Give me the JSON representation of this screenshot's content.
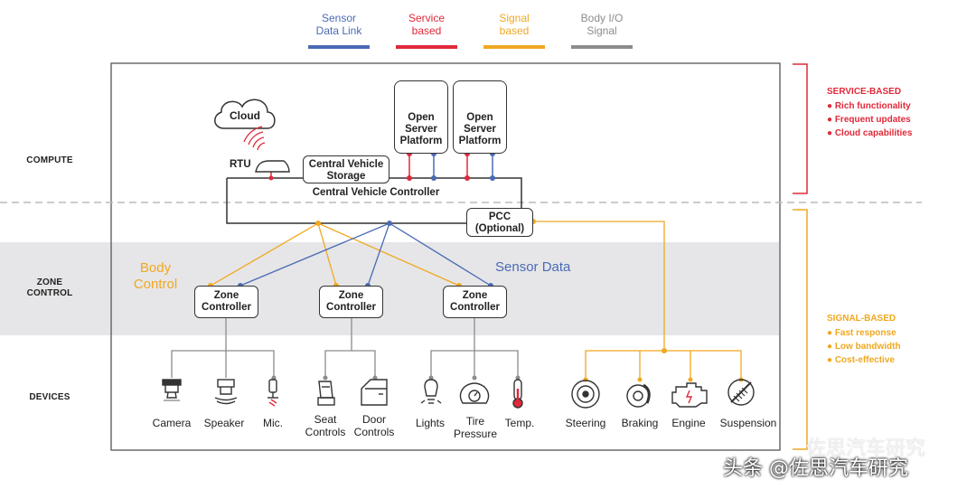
{
  "legend": [
    {
      "line1": "Sensor",
      "line2": "Data Link",
      "color": "#4a6bb5"
    },
    {
      "line1": "Service",
      "line2": "based",
      "color": "#e0293a"
    },
    {
      "line1": "Signal",
      "line2": "based",
      "color": "#f0a820"
    },
    {
      "line1": "Body I/O",
      "line2": "Signal",
      "color": "#8c8c8c"
    }
  ],
  "rows": {
    "compute": "COMPUTE",
    "zone1": "ZONE",
    "zone2": "CONTROL",
    "devices": "DEVICES"
  },
  "compute": {
    "cloud": "Cloud",
    "rtu": "RTU",
    "storage1": "Central Vehicle",
    "storage2": "Storage",
    "cvc": "Central Vehicle Controller",
    "server1": [
      "Open",
      "Server",
      "Platform"
    ],
    "server2": [
      "Open",
      "Server",
      "Platform"
    ],
    "pcc1": "PCC",
    "pcc2": "(Optional)"
  },
  "zone": {
    "body1": "Body",
    "body2": "Control",
    "sensor": "Sensor Data",
    "controllers": [
      {
        "l1": "Zone",
        "l2": "Controller"
      },
      {
        "l1": "Zone",
        "l2": "Controller"
      },
      {
        "l1": "Zone",
        "l2": "Controller"
      }
    ]
  },
  "devices": [
    {
      "l1": "Camera",
      "l2": ""
    },
    {
      "l1": "Speaker",
      "l2": ""
    },
    {
      "l1": "Mic.",
      "l2": ""
    },
    {
      "l1": "Seat",
      "l2": "Controls"
    },
    {
      "l1": "Door",
      "l2": "Controls"
    },
    {
      "l1": "Lights",
      "l2": ""
    },
    {
      "l1": "Tire",
      "l2": "Pressure"
    },
    {
      "l1": "Temp.",
      "l2": ""
    },
    {
      "l1": "Steering",
      "l2": ""
    },
    {
      "l1": "Braking",
      "l2": ""
    },
    {
      "l1": "Engine",
      "l2": ""
    },
    {
      "l1": "Suspension",
      "l2": ""
    }
  ],
  "service": {
    "title": "SERVICE-BASED",
    "items": [
      "Rich functionality",
      "Frequent updates",
      "Cloud capabilities"
    ],
    "color": "#e0293a"
  },
  "signal": {
    "title": "SIGNAL-BASED",
    "items": [
      "Fast response",
      "Low bandwidth",
      "Cost-effective"
    ],
    "color": "#f0a820"
  },
  "watermark": {
    "faint": "佐思汽车研究",
    "main": "头条 @佐思汽车研究"
  }
}
